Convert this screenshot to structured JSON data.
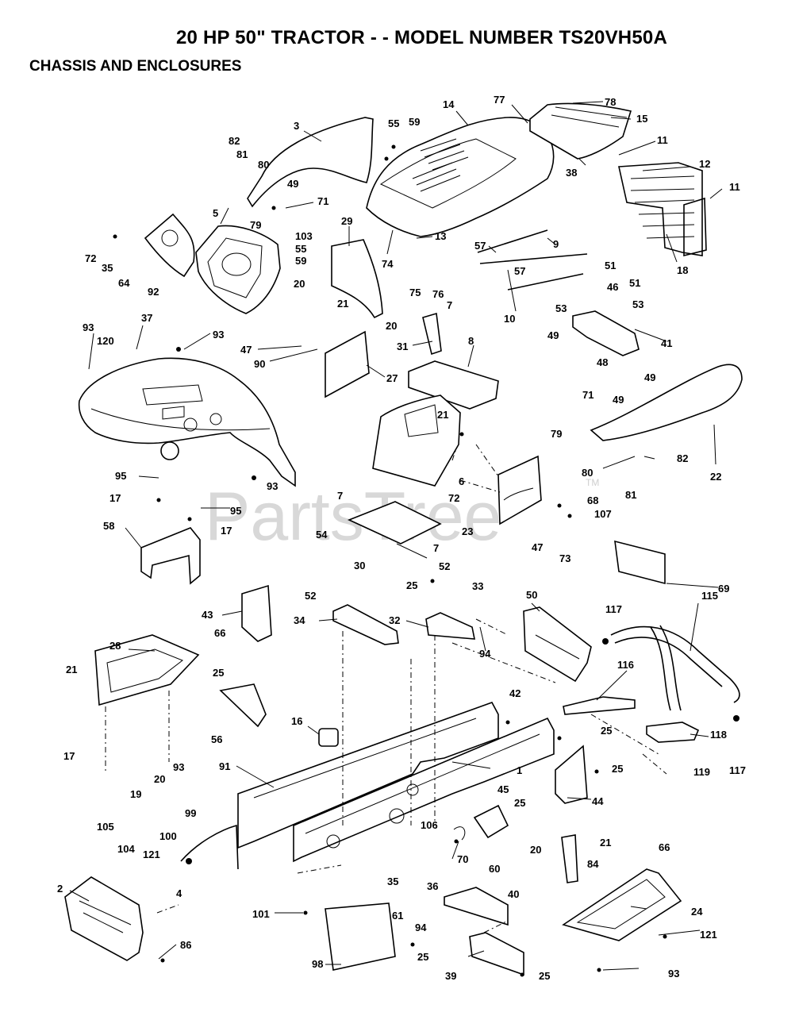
{
  "header": {
    "title": "20 HP 50\" TRACTOR - - MODEL NUMBER TS20VH50A",
    "subtitle": "CHASSIS AND ENCLOSURES"
  },
  "watermark": {
    "text": "PartsTree",
    "tm": "TM"
  },
  "colors": {
    "ink": "#000000",
    "paper": "#ffffff",
    "watermark": "#d8d8d8"
  },
  "callouts": [
    "82",
    "81",
    "80",
    "49",
    "71",
    "79",
    "3",
    "55",
    "59",
    "14",
    "77",
    "78",
    "15",
    "11",
    "12",
    "11",
    "38",
    "18",
    "72",
    "35",
    "64",
    "92",
    "5",
    "103",
    "55",
    "59",
    "20",
    "21",
    "20",
    "29",
    "74",
    "13",
    "75",
    "76",
    "57",
    "9",
    "57",
    "10",
    "51",
    "46",
    "53",
    "51",
    "53",
    "49",
    "41",
    "48",
    "49",
    "93",
    "120",
    "37",
    "93",
    "47",
    "90",
    "27",
    "31",
    "7",
    "8",
    "71",
    "49",
    "79",
    "22",
    "82",
    "80",
    "81",
    "21",
    "6",
    "72",
    "68",
    "107",
    "73",
    "23",
    "47",
    "95",
    "17",
    "95",
    "93",
    "17",
    "58",
    "7",
    "54",
    "30",
    "7",
    "52",
    "69",
    "43",
    "28",
    "66",
    "52",
    "34",
    "25",
    "32",
    "33",
    "94",
    "50",
    "117",
    "115",
    "116",
    "21",
    "17",
    "93",
    "20",
    "19",
    "25",
    "56",
    "16",
    "91",
    "42",
    "25",
    "1",
    "25",
    "44",
    "118",
    "119",
    "117",
    "105",
    "104",
    "100",
    "99",
    "121",
    "2",
    "4",
    "86",
    "106",
    "35",
    "36",
    "45",
    "25",
    "70",
    "60",
    "20",
    "21",
    "84",
    "66",
    "24",
    "101",
    "61",
    "94",
    "40",
    "25",
    "98",
    "39",
    "25",
    "121",
    "93"
  ]
}
